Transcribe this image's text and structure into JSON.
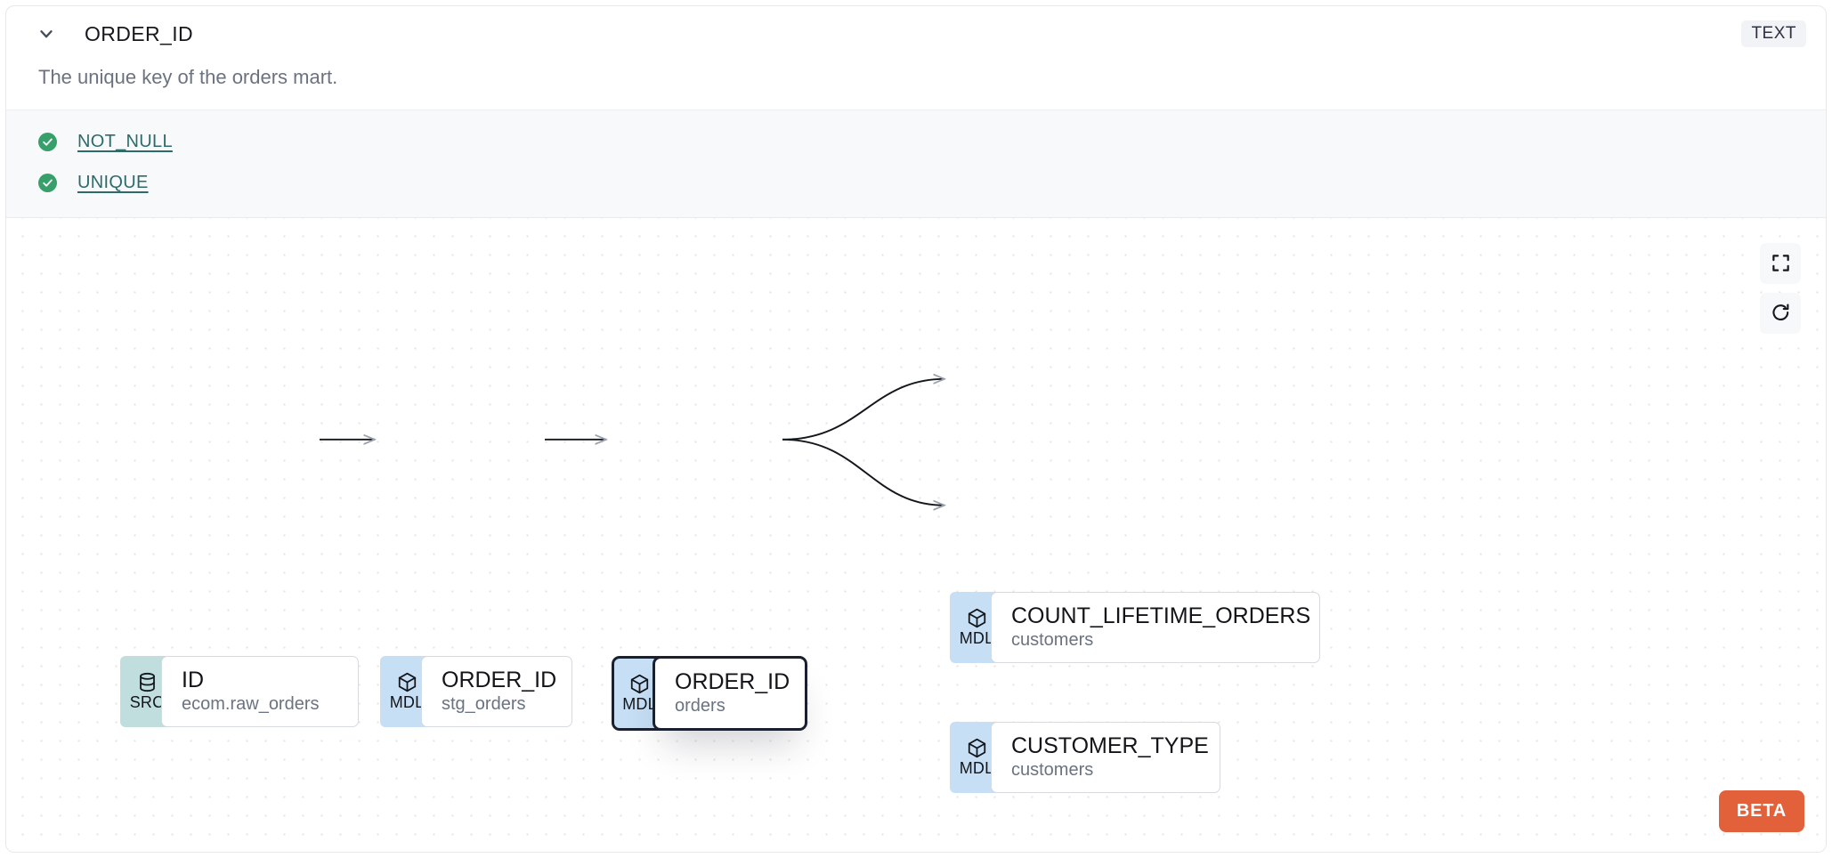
{
  "header": {
    "collapse_icon": "chevron-down-icon",
    "column_name": "ORDER_ID",
    "type_badge": "TEXT"
  },
  "description": "The unique key of the orders mart.",
  "tests": {
    "items": [
      {
        "status_icon": "check-circle-icon",
        "label": "NOT_NULL",
        "status": "passed"
      },
      {
        "status_icon": "check-circle-icon",
        "label": "UNIQUE",
        "status": "passed"
      }
    ]
  },
  "lineage": {
    "controls": [
      {
        "icon": "fit-view-icon",
        "name": "fit-view"
      },
      {
        "icon": "refresh-icon",
        "name": "refresh"
      }
    ],
    "beta_label": "BETA",
    "nodes": [
      {
        "id": "src",
        "badge": "SRC",
        "badge_icon": "database-icon",
        "name": "ID",
        "source": "ecom.raw_orders",
        "selected": false
      },
      {
        "id": "stg",
        "badge": "MDL",
        "badge_icon": "cube-icon",
        "name": "ORDER_ID",
        "source": "stg_orders",
        "selected": false
      },
      {
        "id": "orders",
        "badge": "MDL",
        "badge_icon": "cube-icon",
        "name": "ORDER_ID",
        "source": "orders",
        "selected": true
      },
      {
        "id": "count",
        "badge": "MDL",
        "badge_icon": "cube-icon",
        "name": "COUNT_LIFETIME_ORDERS",
        "source": "customers",
        "selected": false
      },
      {
        "id": "custtype",
        "badge": "MDL",
        "badge_icon": "cube-icon",
        "name": "CUSTOMER_TYPE",
        "source": "customers",
        "selected": false
      }
    ],
    "edges": [
      {
        "from": "src",
        "to": "stg"
      },
      {
        "from": "stg",
        "to": "orders"
      },
      {
        "from": "orders",
        "to": "count"
      },
      {
        "from": "orders",
        "to": "custtype"
      }
    ]
  },
  "colors": {
    "src_badge": "#bfdedd",
    "mdl_badge": "#c6dff5",
    "test_pass": "#37a06a",
    "test_link": "#2d6b6b",
    "beta": "#e2613b",
    "selected_border": "#1b2030"
  }
}
